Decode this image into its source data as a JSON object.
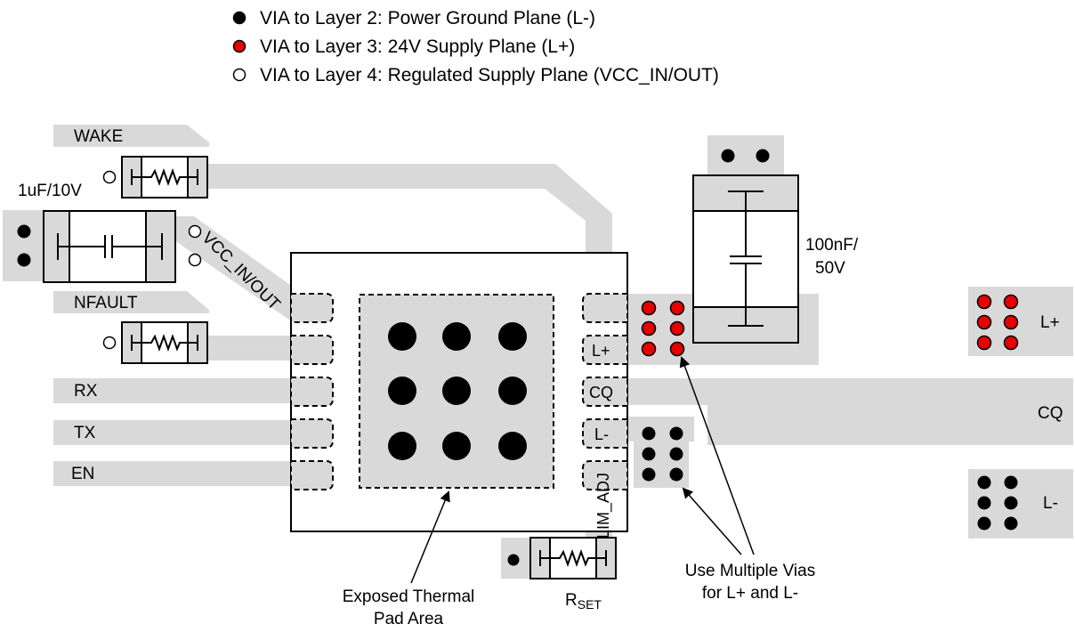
{
  "legend": {
    "items": [
      {
        "label": "VIA to Layer 2: Power Ground Plane (L-)",
        "fill": "#000000"
      },
      {
        "label": "VIA to Layer 3: 24V Supply Plane (L+)",
        "fill": "#e60000"
      },
      {
        "label": "VIA to Layer 4: Regulated Supply Plane (VCC_IN/OUT)",
        "fill": "#ffffff"
      }
    ]
  },
  "signals": {
    "wake": "WAKE",
    "nfault": "NFAULT",
    "rx": "RX",
    "tx": "TX",
    "en": "EN",
    "vcc": "VCC_IN/OUT"
  },
  "components": {
    "cap_small": "1uF/10V",
    "cap_large_line1": "100nF/",
    "cap_large_line2": "50V",
    "rset_main": "R",
    "rset_sub": "SET"
  },
  "chip_pins": {
    "lplus": "L+",
    "cq": "CQ",
    "lminus": "L-",
    "ilim": "ILIM_ADJ"
  },
  "connectors": {
    "lplus": "L+",
    "cq": "CQ",
    "lminus": "L-"
  },
  "annotations": {
    "thermal_line1": "Exposed Thermal",
    "thermal_line2": "Pad Area",
    "vias_line1": "Use Multiple Vias",
    "vias_line2": "for L+ and L-"
  },
  "colors": {
    "trace": "#d9d9d9",
    "red_via": "#e60000",
    "component_body": "#d9d9d9"
  }
}
